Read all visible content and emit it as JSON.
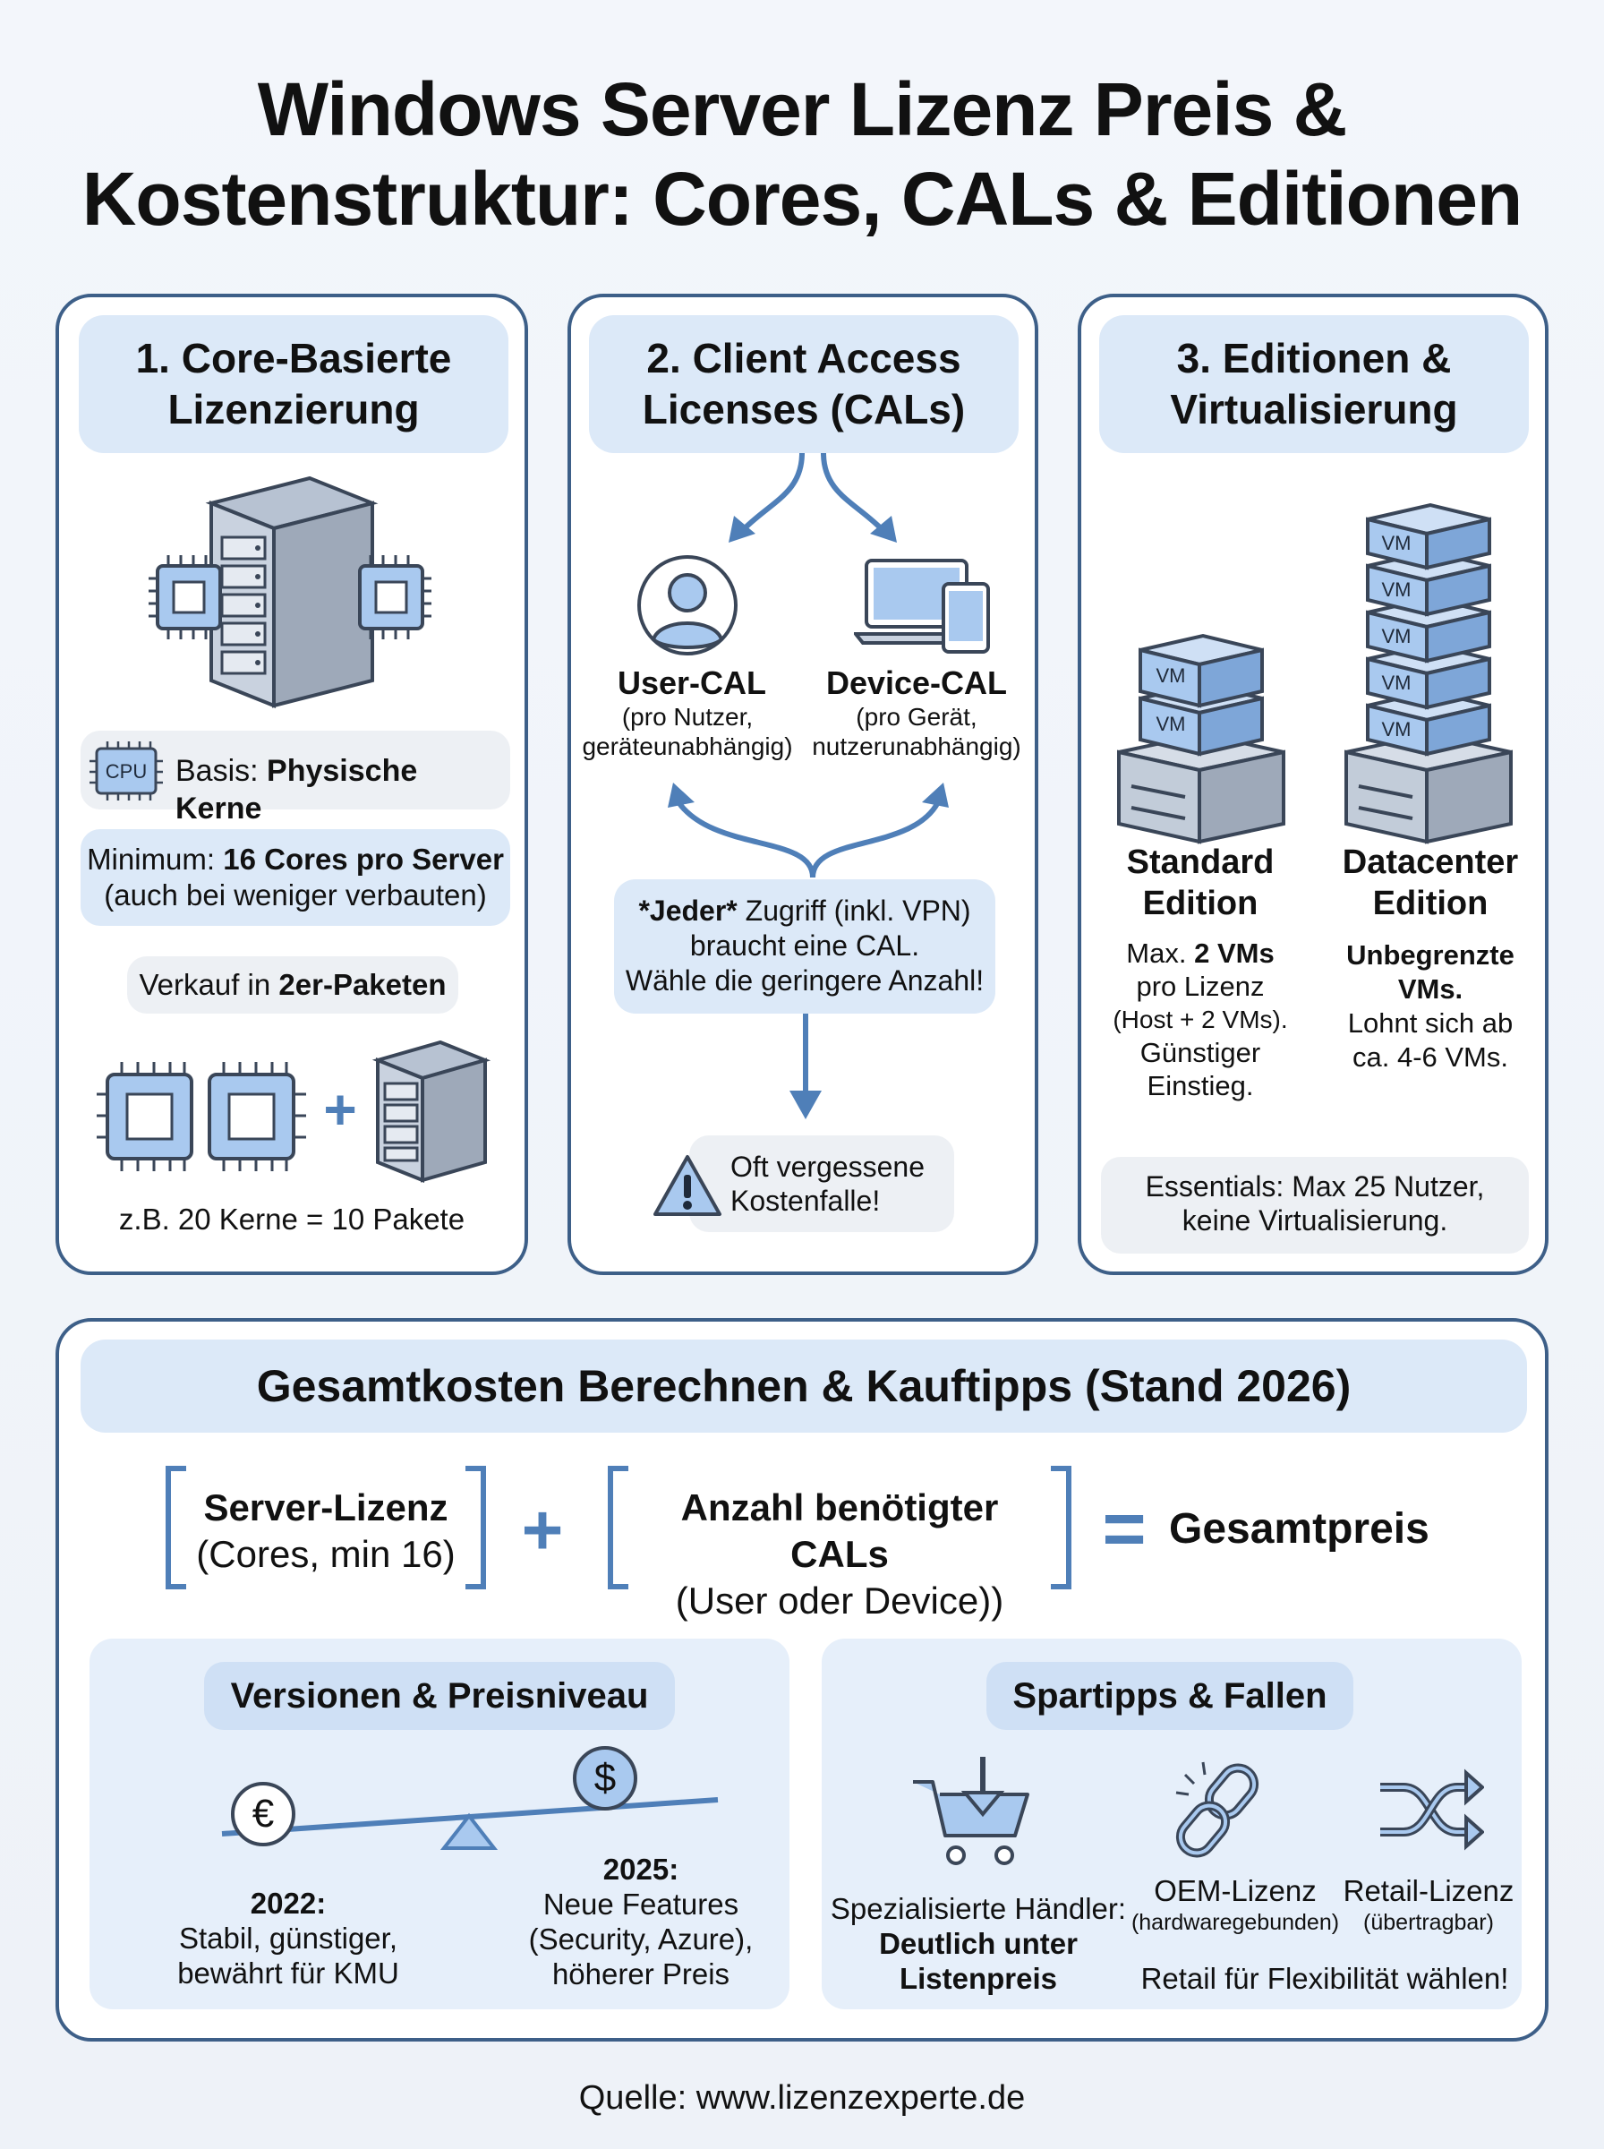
{
  "title_line1": "Windows Server Lizenz Preis &",
  "title_line2": "Kostenstruktur: Cores, CALs & Editionen",
  "col1": {
    "heading_line1": "1. Core-Basierte",
    "heading_line2": "Lizenzierung",
    "cpu_label": "CPU",
    "basis_prefix": "Basis: ",
    "basis_bold": "Physische Kerne",
    "minimum_prefix": "Minimum: ",
    "minimum_bold": "16 Cores pro Server",
    "minimum_note": "(auch bei weniger verbauten)",
    "sale_prefix": "Verkauf in ",
    "sale_bold": "2er-Paketen",
    "plus": "+",
    "example": "z.B. 20 Kerne = 10 Pakete"
  },
  "col2": {
    "heading_line1": "2. Client Access",
    "heading_line2": "Licenses (CALs)",
    "user_title": "User-CAL",
    "user_sub1": "(pro Nutzer,",
    "user_sub2": "geräteunabhängig)",
    "device_title": "Device-CAL",
    "device_sub1": "(pro Gerät,",
    "device_sub2": "nutzerunabhängig)",
    "access_bold": "*Jeder*",
    "access_rest": " Zugriff (inkl. VPN)",
    "access_line2": "braucht eine CAL.",
    "access_line3": "Wähle die geringere Anzahl!",
    "warn_line1": "Oft vergessene",
    "warn_line2": "Kostenfalle!"
  },
  "col3": {
    "heading_line1": "3. Editionen &",
    "heading_line2": "Virtualisierung",
    "vm_label": "VM",
    "std_title1": "Standard",
    "std_title2": "Edition",
    "std_l1_pre": "Max. ",
    "std_l1_bold": "2 VMs",
    "std_l2": "pro Lizenz",
    "std_l3": "(Host + 2 VMs).",
    "std_l4": "Günstiger",
    "std_l5": "Einstieg.",
    "dc_title1": "Datacenter",
    "dc_title2": "Edition",
    "dc_l1": "Unbegrenzte",
    "dc_l2": "VMs.",
    "dc_l3": "Lohnt sich ab",
    "dc_l4": "ca. 4-6 VMs.",
    "ess_line1": "Essentials: Max 25 Nutzer,",
    "ess_line2": "keine Virtualisierung."
  },
  "bottom": {
    "heading": "Gesamtkosten Berechnen & Kauftipps (Stand 2026)",
    "server_title": "Server-Lizenz",
    "server_sub": "(Cores, min 16)",
    "plus": "+",
    "cals_title": "Anzahl benötigter CALs",
    "cals_sub": "(User oder Device))",
    "equals": "=",
    "total": "Gesamtpreis",
    "versions": {
      "heading": "Versionen & Preisniveau",
      "euro": "€",
      "dollar": "$",
      "y2022": "2022:",
      "y2022_l1": "Stabil, günstiger,",
      "y2022_l2": "bewährt für KMU",
      "y2025": "2025:",
      "y2025_l1": "Neue Features",
      "y2025_l2": "(Security, Azure),",
      "y2025_l3": "höherer Preis"
    },
    "tips": {
      "heading": "Spartipps & Fallen",
      "dealer_l1": "Spezialisierte Händler:",
      "dealer_l2": "Deutlich unter",
      "dealer_l3": "Listenpreis",
      "oem": "OEM-Lizenz",
      "oem_sub": "(hardwaregebunden)",
      "retail": "Retail-Lizenz",
      "retail_sub": "(übertragbar)",
      "advice": "Retail für Flexibilität wählen!"
    }
  },
  "source": "Quelle: www.lizenzexperte.de",
  "colors": {
    "border": "#3d5f88",
    "accent": "#4f7fb8",
    "pill": "#dce9f8",
    "chip": "#a9c9ef"
  }
}
